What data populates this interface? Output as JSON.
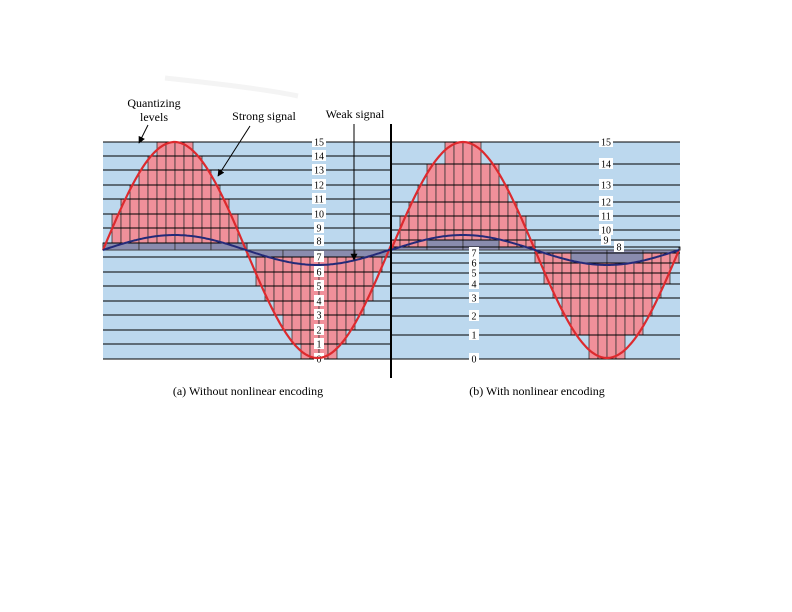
{
  "annotations": {
    "quantizing_levels_line1": "Quantizing",
    "quantizing_levels_line2": "levels",
    "strong_signal": "Strong signal",
    "weak_signal": "Weak signal"
  },
  "panel_a": {
    "caption": "(a) Without nonlinear encoding",
    "levels": [
      "0",
      "1",
      "2",
      "3",
      "4",
      "5",
      "6",
      "7",
      "8",
      "9",
      "10",
      "11",
      "12",
      "13",
      "14",
      "15"
    ]
  },
  "panel_b": {
    "caption": "(b) With nonlinear encoding",
    "levels": [
      "0",
      "1",
      "2",
      "3",
      "4",
      "5",
      "6",
      "7",
      "8",
      "9",
      "10",
      "11",
      "12",
      "13",
      "14",
      "15"
    ]
  },
  "colors": {
    "background": "#bcd8ee",
    "strong_fill": "#f0909a",
    "weak_fill": "#8a8cae",
    "strong_curve": "#dd2a2e",
    "weak_curve": "#242a78",
    "grid": "#000000"
  }
}
